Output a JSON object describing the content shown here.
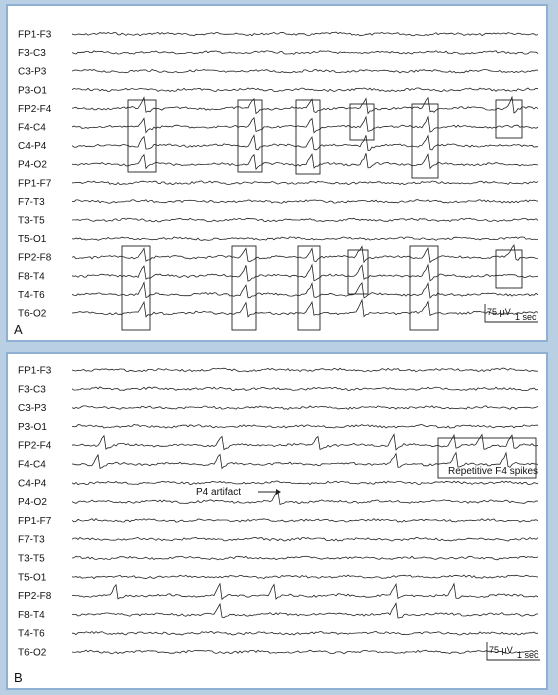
{
  "channels": [
    "FP1-F3",
    "F3-C3",
    "C3-P3",
    "P3-O1",
    "FP2-F4",
    "F4-C4",
    "C4-P4",
    "P4-O2",
    "FP1-F7",
    "F7-T3",
    "T3-T5",
    "T5-O1",
    "FP2-F8",
    "F8-T4",
    "T4-T6",
    "T6-O2"
  ],
  "panel_a": {
    "letter": "A",
    "scale_amplitude": "75 µV",
    "scale_time": "1 sec"
  },
  "panel_b": {
    "letter": "B",
    "scale_amplitude": "75 µV",
    "scale_time": "1 sec",
    "artifact_label": "P4 artifact",
    "spikes_label": "Repetitive F4 spikes"
  }
}
